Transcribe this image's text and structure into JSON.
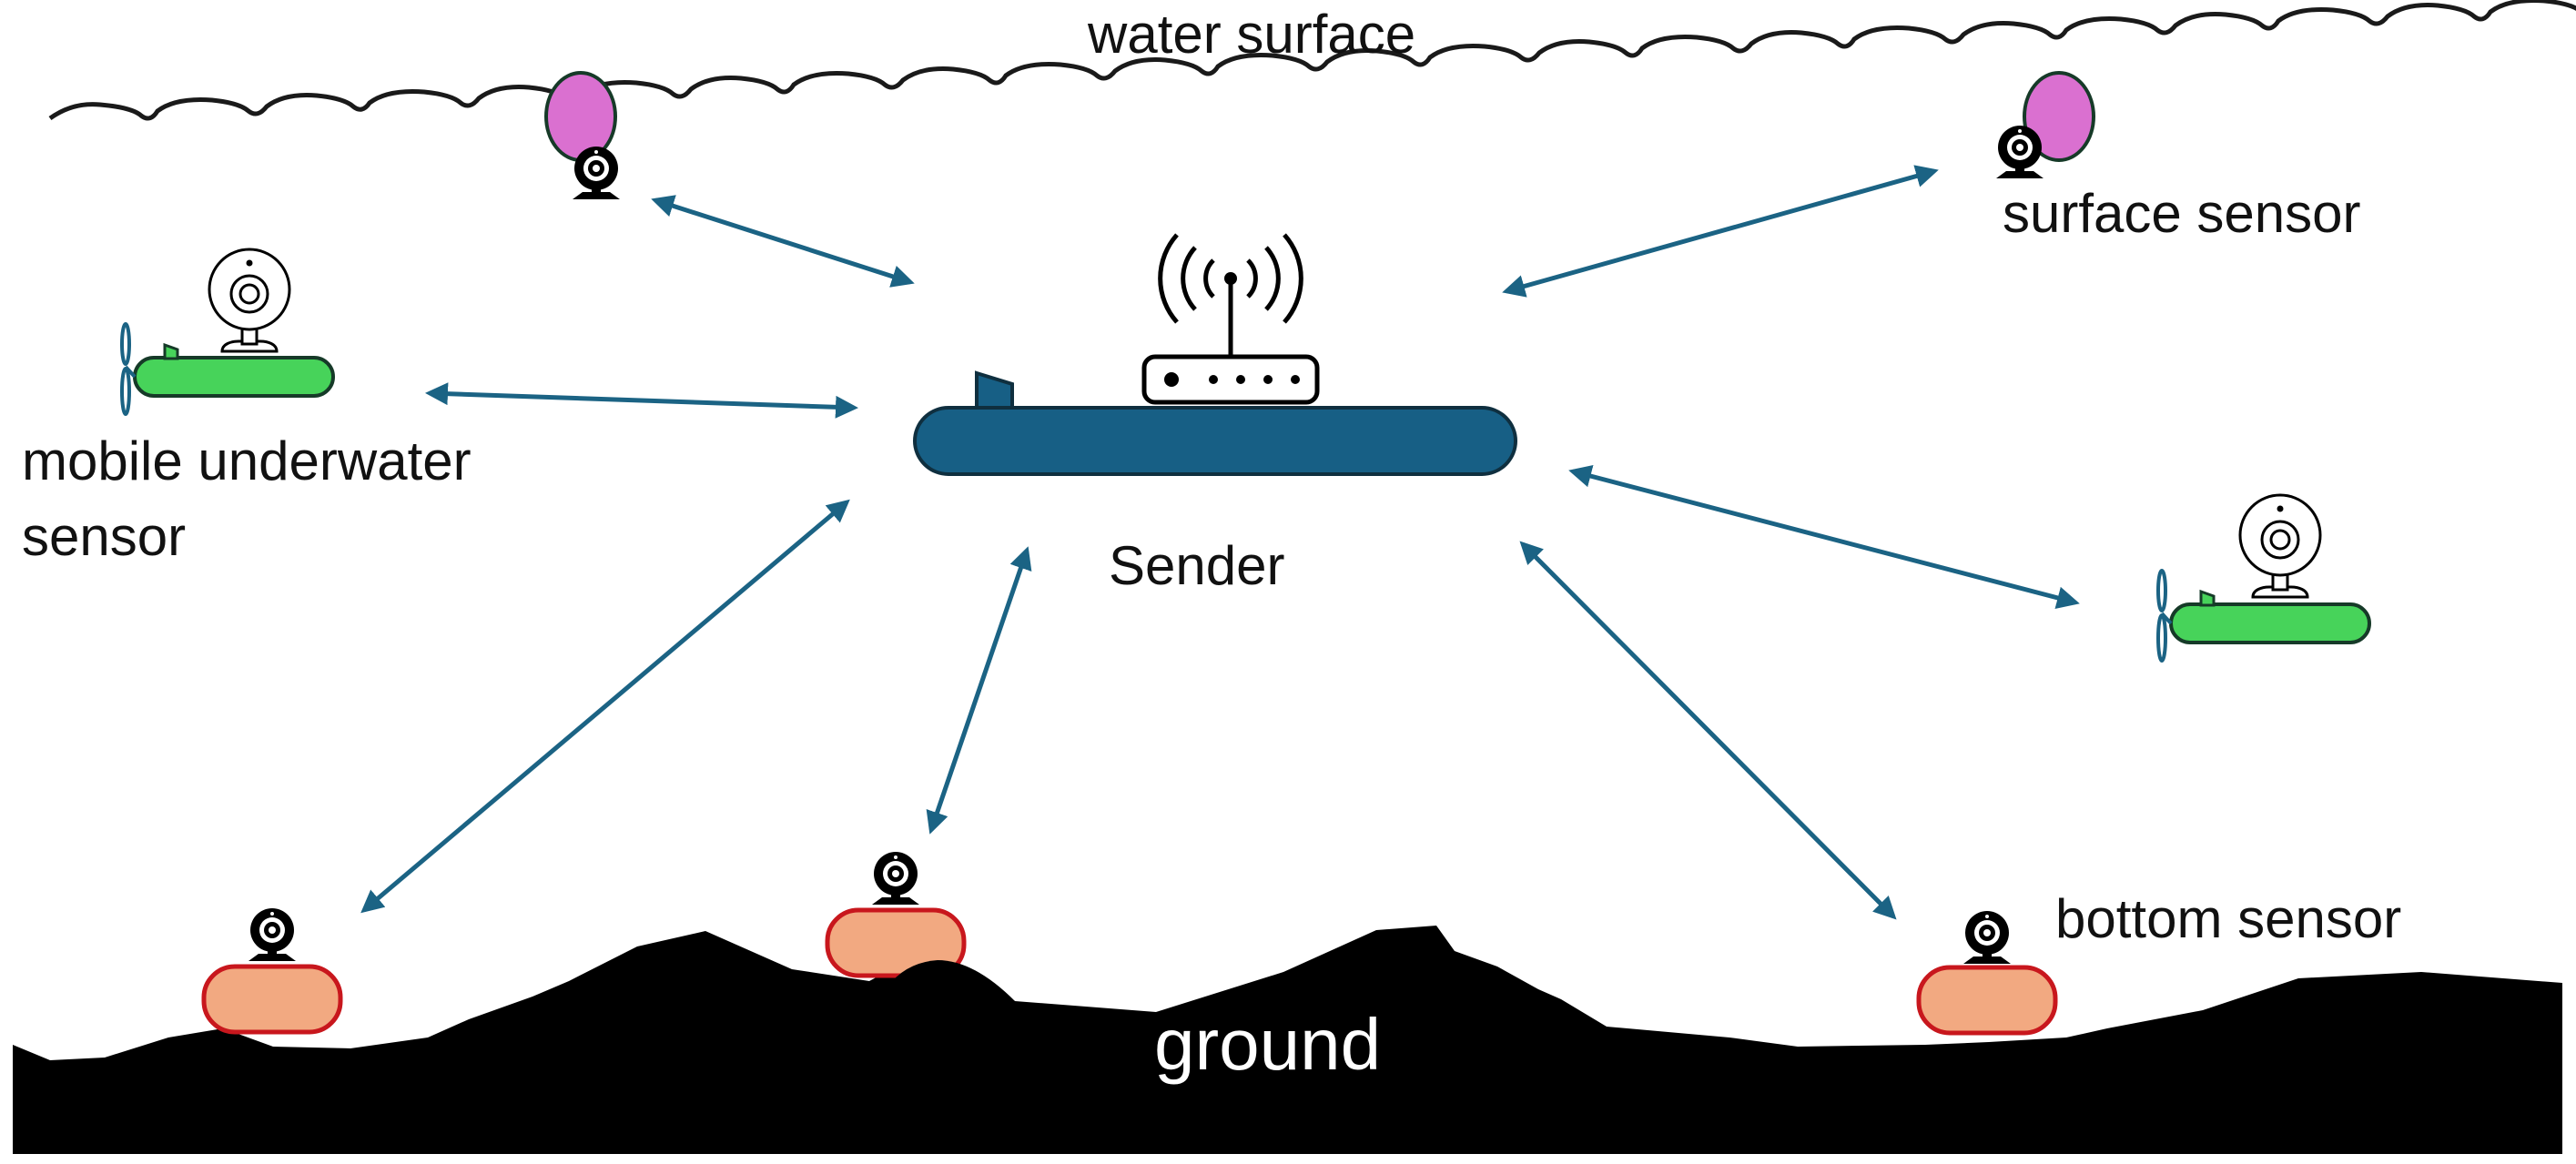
{
  "labels": {
    "water_surface": "water surface",
    "surface_sensor": "surface sensor",
    "mobile_sensor_line1": "mobile underwater",
    "mobile_sensor_line2": "sensor",
    "sender": "Sender",
    "bottom_sensor": "bottom sensor",
    "ground": "ground"
  },
  "colors": {
    "arrow": "#1b6384",
    "submarine": "#175f85",
    "float": "#da70d0",
    "mobile_sensor": "#47d35a",
    "bottom_sensor_fill": "#f2a981",
    "bottom_sensor_stroke": "#c8171d",
    "ground": "#000000"
  },
  "icons": {
    "camera": "webcam-icon",
    "router": "wifi-router-icon",
    "propeller": "propeller-icon"
  }
}
